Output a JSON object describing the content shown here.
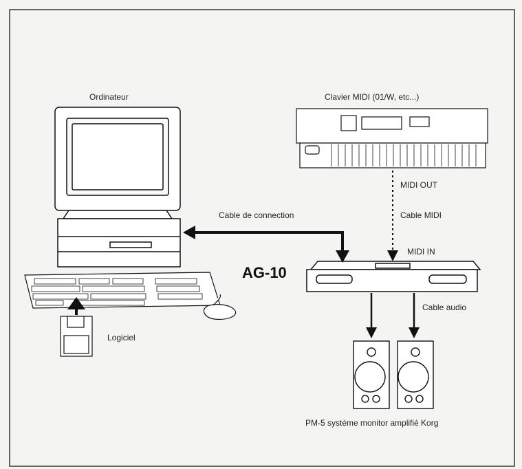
{
  "labels": {
    "computer": "Ordinateur",
    "keyboard": "Clavier MIDI (01/W, etc...)",
    "midi_out": "MIDI OUT",
    "cable_connection": "Cable de connection",
    "cable_midi": "Cable MIDI",
    "midi_in": "MIDI IN",
    "device": "AG-10",
    "cable_audio": "Cable audio",
    "software": "Logiciel",
    "speakers": "PM-5 système monitor amplifié Korg"
  },
  "colors": {
    "line": "#111111",
    "paper": "#f4f4f2",
    "frame": "#333333"
  }
}
